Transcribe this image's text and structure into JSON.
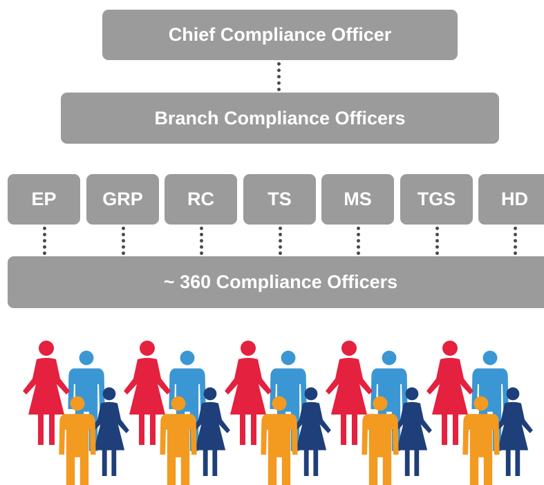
{
  "hierarchy": {
    "top": "Chief Compliance Officer",
    "middle": "Branch Compliance Officers",
    "branches": [
      "EP",
      "GRP",
      "RC",
      "TS",
      "MS",
      "TGS",
      "HD"
    ],
    "bottom": "~ 360 Compliance Officers"
  },
  "people_groups": 5,
  "colors": {
    "box": "#9b9b9b",
    "box_text": "#ffffff",
    "connector": "#4a4a4a",
    "person_red": "#e4213f",
    "person_light_blue": "#3b97d3",
    "person_orange": "#f39a21",
    "person_navy": "#1f3f7a"
  }
}
